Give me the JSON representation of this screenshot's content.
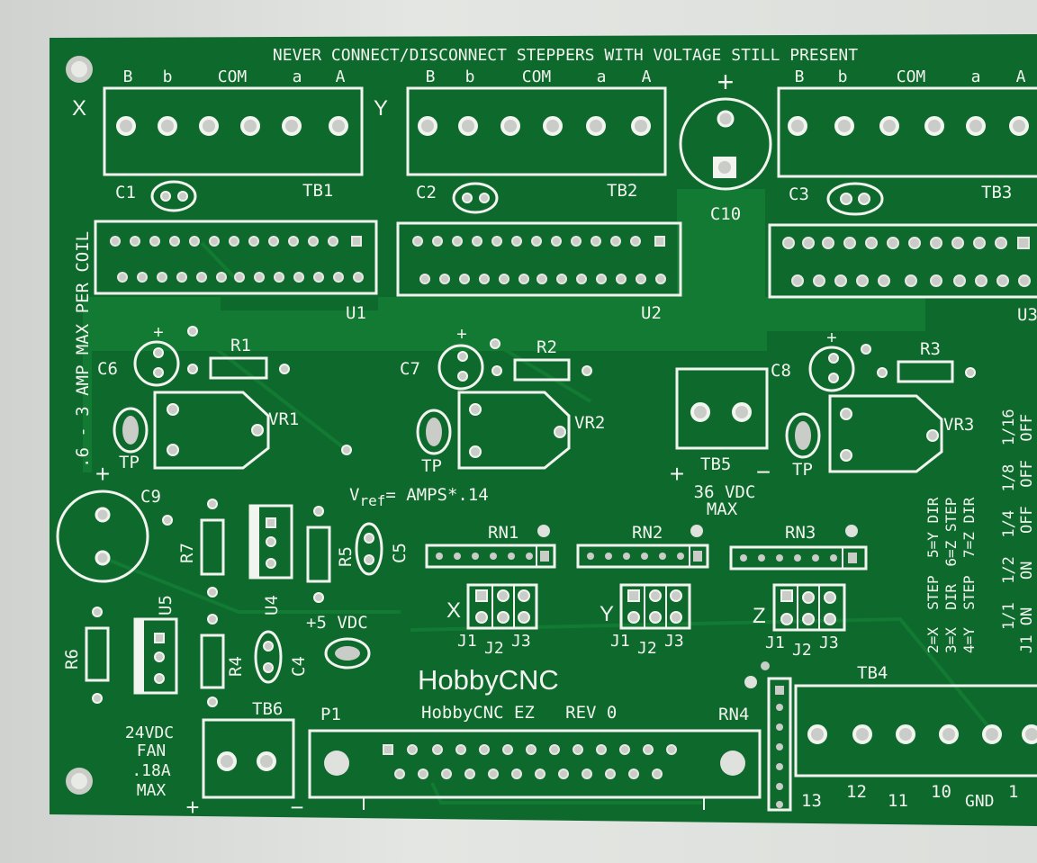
{
  "colors": {
    "board": "#0d6a2c",
    "board_dark": "#0a5523",
    "copper_pour": "#137a33",
    "silkscreen": "#f2f4ef",
    "pad": "#c9ccc7",
    "background": "#dcdedb"
  },
  "warning": "NEVER CONNECT/DISCONNECT STEPPERS WITH VOLTAGE STILL PRESENT",
  "vertical_note": ".6 - 3 AMP MAX PER COIL",
  "terminal_pins": [
    "B",
    "b",
    "COM",
    "a",
    "A"
  ],
  "axis_labels": {
    "x": "X",
    "y": "Y"
  },
  "terminal_blocks": {
    "tb1": "TB1",
    "tb2": "TB2",
    "tb3": "TB3",
    "tb4": "TB4",
    "tb5": "TB5",
    "tb6": "TB6"
  },
  "caps": {
    "c1": "C1",
    "c2": "C2",
    "c3": "C3",
    "c4": "C4",
    "c5": "C5",
    "c6": "C6",
    "c7": "C7",
    "c8": "C8",
    "c9": "C9",
    "c10": "C10"
  },
  "ics": {
    "u1": "U1",
    "u2": "U2",
    "u3": "U3",
    "u4": "U4",
    "u5": "U5"
  },
  "resistors": {
    "r1": "R1",
    "r2": "R2",
    "r3": "R3",
    "r4": "R4",
    "r5": "R5",
    "r6": "R6",
    "r7": "R7"
  },
  "pots": {
    "vr1": "VR1",
    "vr2": "VR2",
    "vr3": "VR3"
  },
  "tp": "TP",
  "plus": "+",
  "minus": "−",
  "vref_v": "V",
  "vref_sub": "ref",
  "vref_rest": "= AMPS*.14",
  "tb5_voltage": "36 VDC",
  "tb5_max": "MAX",
  "resistor_networks": {
    "rn1": "RN1",
    "rn2": "RN2",
    "rn3": "RN3",
    "rn4": "RN4"
  },
  "jumper_axes": [
    "X",
    "Y",
    "Z"
  ],
  "jumpers": [
    "J1",
    "J2",
    "J3"
  ],
  "five_vdc": "+5 VDC",
  "brand": "HobbyCNC",
  "model": "HobbyCNC EZ   REV 0",
  "p1": "P1",
  "fan_lines": [
    "24VDC",
    "FAN",
    ".18A",
    "MAX"
  ],
  "tb4_pins": [
    "13",
    "12",
    "11",
    "10",
    "GND"
  ],
  "tb4_extra": "1",
  "dip_table": [
    "J1 ON   ON   OFF  OFF  OFF",
    "1/1  1/2  1/4  1/8  1/16"
  ],
  "step_lines": [
    "2=X  STEP  5=Y DIR",
    "3=X  DIR  6=Z STEP",
    "4=Y  STEP  7=Z DIR"
  ]
}
